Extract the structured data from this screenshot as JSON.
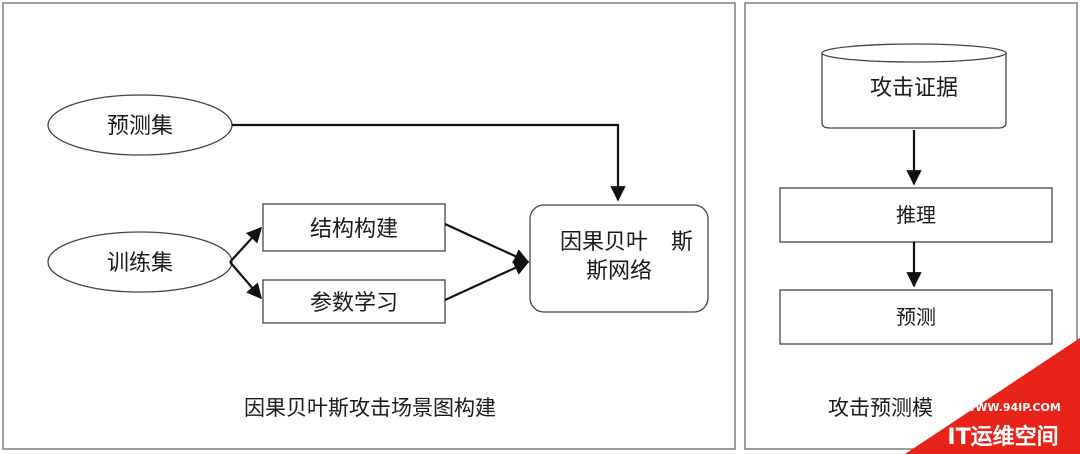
{
  "left_panel": {
    "caption": "因果贝叶斯攻击场景图构建",
    "nodes": {
      "prediction_set": "预测集",
      "training_set": "训练集",
      "structure_build": "结构构建",
      "param_learning": "参数学习",
      "bayes_network_line1": "因果贝叶",
      "bayes_network_line2": "斯网络",
      "bayes_network_line1_tail": "斯"
    }
  },
  "right_panel": {
    "caption": "攻击预测模",
    "nodes": {
      "attack_evidence": "攻击证据",
      "inference": "推理",
      "prediction": "预测"
    }
  },
  "watermark": {
    "url": "WWW.94IP.COM",
    "name": "IT运维空间",
    "color": "#e8231a"
  }
}
